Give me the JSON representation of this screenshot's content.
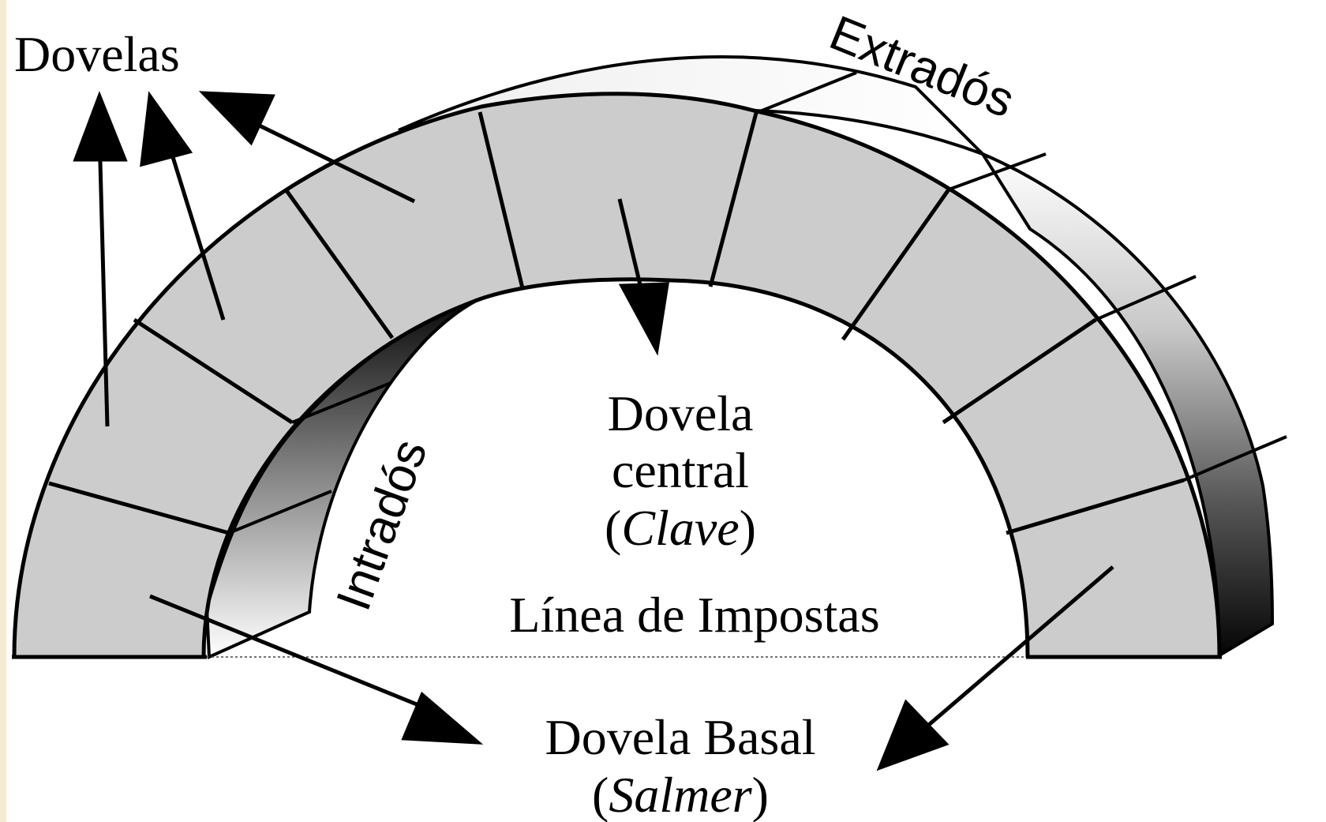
{
  "labels": {
    "dovelas": "Dovelas",
    "extrados": "Extradós",
    "intrados": "Intradós",
    "dovela_central_1": "Dovela",
    "dovela_central_2": "central",
    "clave_open": "(",
    "clave": "Clave",
    "clave_close": ")",
    "linea_impostas": "Línea de Impostas",
    "dovela_basal": "Dovela Basal",
    "salmer_open": "(",
    "salmer": "Salmer",
    "salmer_close": ")"
  },
  "colors": {
    "stone_face": "#cccccc",
    "outline": "#000000",
    "dark_shade": "#111111",
    "background": "#ffffff"
  }
}
